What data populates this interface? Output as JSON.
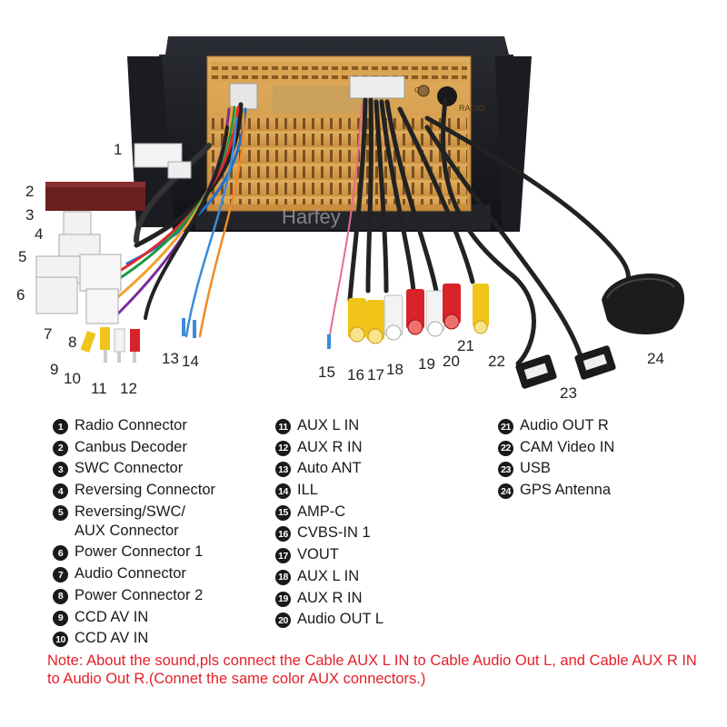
{
  "brand_watermark": "Harfey",
  "connector_labels": {
    "gps": "GPS",
    "radio": "RADIO"
  },
  "callout_numbers": [
    "1",
    "2",
    "3",
    "4",
    "5",
    "6",
    "7",
    "8",
    "9",
    "10",
    "11",
    "12",
    "13",
    "14",
    "15",
    "16",
    "17",
    "18",
    "19",
    "20",
    "21",
    "22",
    "23",
    "24"
  ],
  "legend_columns": [
    [
      {
        "num": "1",
        "label": "Radio Connector"
      },
      {
        "num": "2",
        "label": "Canbus Decoder"
      },
      {
        "num": "3",
        "label": "SWC Connector"
      },
      {
        "num": "4",
        "label": "Reversing Connector"
      },
      {
        "num": "5",
        "label": "Reversing/SWC/",
        "label2": "AUX Connector"
      },
      {
        "num": "6",
        "label": "Power Connector 1"
      },
      {
        "num": "7",
        "label": "Audio Connector"
      },
      {
        "num": "8",
        "label": "Power Connector 2"
      },
      {
        "num": "9",
        "label": "CCD AV IN"
      },
      {
        "num": "10",
        "label": "CCD AV IN"
      }
    ],
    [
      {
        "num": "11",
        "label": "AUX L IN"
      },
      {
        "num": "12",
        "label": "AUX R IN"
      },
      {
        "num": "13",
        "label": "Auto ANT"
      },
      {
        "num": "14",
        "label": "ILL"
      },
      {
        "num": "15",
        "label": "AMP-C"
      },
      {
        "num": "16",
        "label": "CVBS-IN 1"
      },
      {
        "num": "17",
        "label": "VOUT"
      },
      {
        "num": "18",
        "label": "AUX L IN"
      },
      {
        "num": "19",
        "label": "AUX R IN"
      },
      {
        "num": "20",
        "label": "Audio OUT L"
      }
    ],
    [
      {
        "num": "21",
        "label": "Audio OUT R"
      },
      {
        "num": "22",
        "label": "CAM Video IN"
      },
      {
        "num": "23",
        "label": "USB"
      },
      {
        "num": "24",
        "label": "GPS Antenna"
      }
    ]
  ],
  "note": "Note: About the sound,pls connect the Cable AUX L IN to Cable Audio Out L, and Cable AUX R IN to  Audio Out R.(Connet the same color AUX connectors.)",
  "colors": {
    "note": "#e4202a",
    "chassis": "#d9a352",
    "frame": "#1c1d22",
    "rca_red": "#d8232a",
    "rca_white": "#f2f2f2",
    "rca_yellow": "#f0c419"
  }
}
